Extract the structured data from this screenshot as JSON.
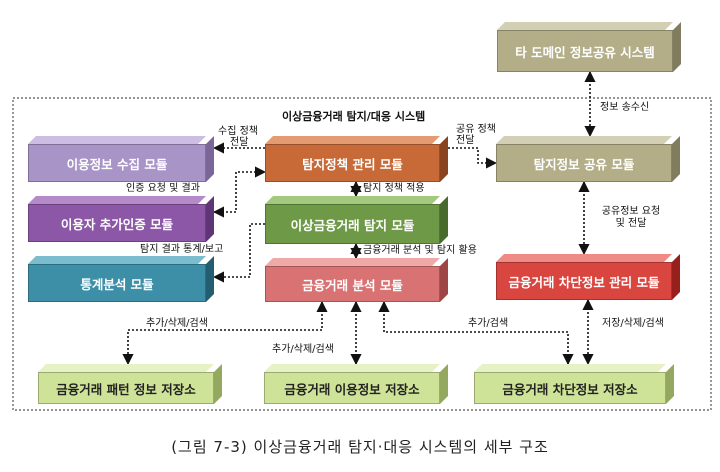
{
  "system_title": "이상금융거래 탐지/대응 시스템",
  "caption": "(그림 7-3) 이상금융거래 탐지·대응 시스템의 세부 구조",
  "boxes": {
    "external": "타 도메인 정보공유 시스템",
    "collect": "이용정보 수집 모듈",
    "auth": "이용자 추가인증 모듈",
    "stats": "통계분석 모듈",
    "policy": "탐지정책 관리 모듈",
    "detect": "이상금융거래 탐지 모듈",
    "analyze": "금융거래 분석 모듈",
    "share": "탐지정보 공유 모듈",
    "block": "금융거래 차단정보 관리 모듈",
    "pattern_db": "금융거래 패턴 정보 저장소",
    "usage_db": "금융거래 이용정보 저장소",
    "block_db": "금융거래 차단정보 저장소"
  },
  "labels": {
    "collect_policy_1": "수집 정책",
    "collect_policy_2": "전달",
    "share_policy_1": "공유 정책",
    "share_policy_2": "전달",
    "auth_request": "인증 요청 및 결과",
    "detect_policy": "탐지 정책 적용",
    "detect_report": "탐지 결과 통계/보고",
    "analysis_use": "금융거래 분석 및 탐지 활용",
    "info_exchange": "정보 송수신",
    "share_request_1": "공유정보 요청",
    "share_request_2": "및 전달",
    "pattern_crud": "추가/삭제/검색",
    "usage_crud": "추가/삭제/검색",
    "block_add": "추가/검색",
    "block_crud": "저장/삭제/검색"
  },
  "colors": {
    "purple": "#a994c8",
    "violet": "#8c57a6",
    "teal": "#3d8fa8",
    "orange": "#c76a38",
    "green": "#6e9a48",
    "salmon": "#d97273",
    "khaki": "#b3ae88",
    "red": "#d9453f",
    "lime": "#cfe398"
  }
}
